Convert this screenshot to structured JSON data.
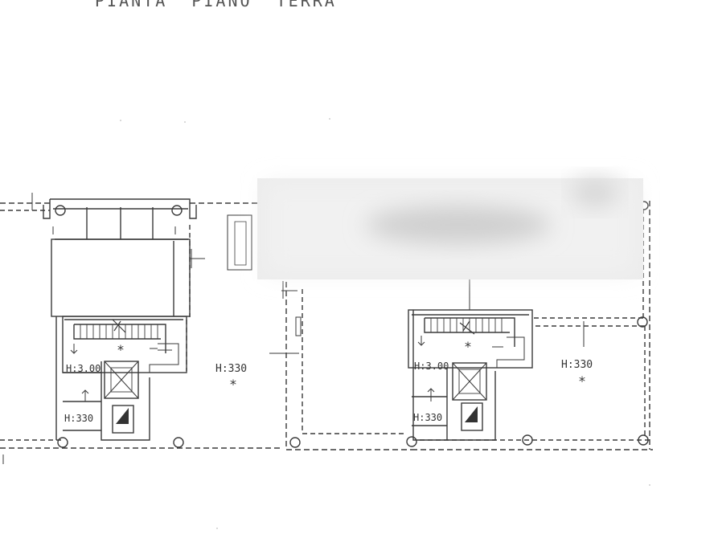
{
  "plan": {
    "title": "PIANTA  PIANO  TERRA",
    "left_unit": {
      "height_main": "H:3.00",
      "height_lower": "H:330",
      "height_room": "H:330",
      "room_marker": "*",
      "stair_marker": "*"
    },
    "right_unit": {
      "height_main": "H:3.00",
      "height_lower": "H:330",
      "height_room": "H:330",
      "room_marker": "*",
      "stair_marker": "*"
    },
    "colors": {
      "line": "#3a3a3a",
      "dashed": "#555555",
      "redaction": "#e6e6e6",
      "background": "#ffffff"
    }
  }
}
